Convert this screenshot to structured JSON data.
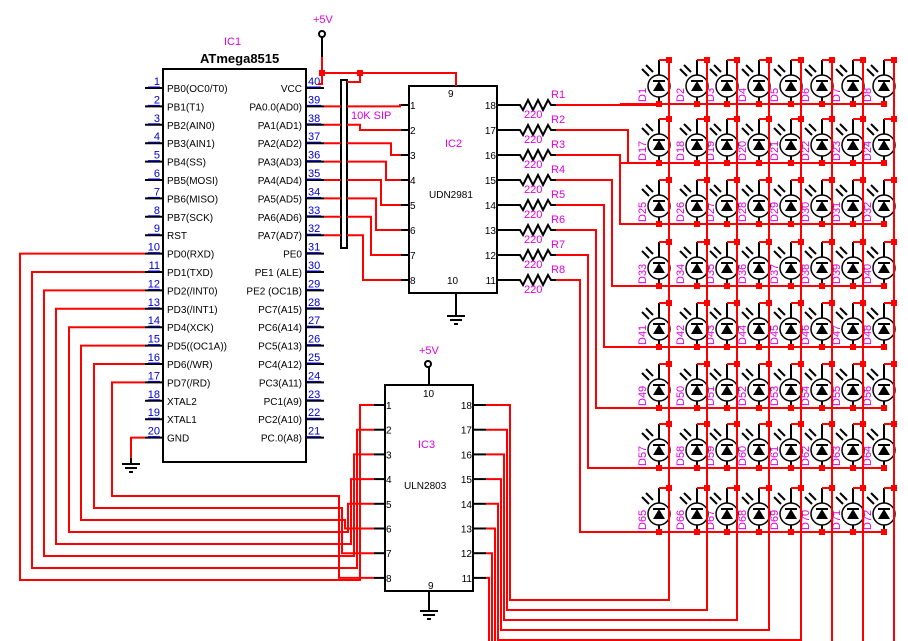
{
  "ic1": {
    "ref": "IC1",
    "part": "ATmega8515",
    "supply_label": "+5V",
    "left_pins": [
      {
        "num": "1",
        "name": "PB0(OC0/T0)"
      },
      {
        "num": "2",
        "name": "PB1(T1)"
      },
      {
        "num": "3",
        "name": "PB2(AIN0)"
      },
      {
        "num": "4",
        "name": "PB3(AIN1)"
      },
      {
        "num": "5",
        "name": "PB4(SS)"
      },
      {
        "num": "6",
        "name": "PB5(MOSI)"
      },
      {
        "num": "7",
        "name": "PB6(MISO)"
      },
      {
        "num": "8",
        "name": "PB7(SCK)"
      },
      {
        "num": "9",
        "name": "RST"
      },
      {
        "num": "10",
        "name": "PD0(RXD)"
      },
      {
        "num": "11",
        "name": "PD1(TXD)"
      },
      {
        "num": "12",
        "name": "PD2(/INT0)"
      },
      {
        "num": "13",
        "name": "PD3(/INT1)"
      },
      {
        "num": "14",
        "name": "PD4(XCK)"
      },
      {
        "num": "15",
        "name": "PD5((OC1A))"
      },
      {
        "num": "16",
        "name": "PD6(/WR)"
      },
      {
        "num": "17",
        "name": "PD7(/RD)"
      },
      {
        "num": "18",
        "name": "XTAL2"
      },
      {
        "num": "19",
        "name": "XTAL1"
      },
      {
        "num": "20",
        "name": "GND"
      }
    ],
    "right_pins": [
      {
        "num": "40",
        "name": "VCC"
      },
      {
        "num": "39",
        "name": "PA0.0(AD0)"
      },
      {
        "num": "38",
        "name": "PA1(AD1)"
      },
      {
        "num": "37",
        "name": "PA2(AD2)"
      },
      {
        "num": "36",
        "name": "PA3(AD3)"
      },
      {
        "num": "35",
        "name": "PA4(AD4)"
      },
      {
        "num": "34",
        "name": "PA5(AD5)"
      },
      {
        "num": "33",
        "name": "PA6(AD6)"
      },
      {
        "num": "32",
        "name": "PA7(AD7)"
      },
      {
        "num": "31",
        "name": "PE0"
      },
      {
        "num": "30",
        "name": "PE1 (ALE)"
      },
      {
        "num": "29",
        "name": "PE2 (OC1B)"
      },
      {
        "num": "28",
        "name": "PC7(A15)"
      },
      {
        "num": "27",
        "name": "PC6(A14)"
      },
      {
        "num": "26",
        "name": "PC5(A13)"
      },
      {
        "num": "25",
        "name": "PC4(A12)"
      },
      {
        "num": "24",
        "name": "PC3(A11)"
      },
      {
        "num": "23",
        "name": "PC1(A9)"
      },
      {
        "num": "22",
        "name": "PC2(A10)"
      },
      {
        "num": "21",
        "name": "PC.0(A8)"
      }
    ]
  },
  "sip": {
    "label": "10K SIP"
  },
  "ic2": {
    "ref": "IC2",
    "part": "UDN2981",
    "top_pin": "9",
    "bottom_pin": "10",
    "left_pins": [
      "1",
      "2",
      "3",
      "4",
      "5",
      "6",
      "7",
      "8"
    ],
    "right_pins": [
      "18",
      "17",
      "16",
      "15",
      "14",
      "13",
      "12",
      "11"
    ]
  },
  "resistors": [
    {
      "ref": "R1",
      "value": "220"
    },
    {
      "ref": "R2",
      "value": "220"
    },
    {
      "ref": "R3",
      "value": "220"
    },
    {
      "ref": "R4",
      "value": "220"
    },
    {
      "ref": "R5",
      "value": "220"
    },
    {
      "ref": "R6",
      "value": "220"
    },
    {
      "ref": "R7",
      "value": "220"
    },
    {
      "ref": "R8",
      "value": "220"
    }
  ],
  "ic3": {
    "ref": "IC3",
    "part": "ULN2803",
    "supply_label": "+5V",
    "top_pin": "10",
    "bottom_pin": "9",
    "left_pins": [
      "1",
      "2",
      "3",
      "4",
      "5",
      "6",
      "7",
      "8"
    ],
    "right_pins": [
      "18",
      "17",
      "16",
      "15",
      "14",
      "13",
      "12",
      "11"
    ]
  },
  "led_matrix": {
    "rows": 8,
    "cols": 8,
    "row_start_labels": [
      1,
      17,
      25,
      33,
      41,
      49,
      57,
      65
    ],
    "label_prefix": "D"
  },
  "colors": {
    "wire": "#ff0000",
    "component": "#000000",
    "pin_number": "#0000cc",
    "annotation": "#e000e0"
  }
}
